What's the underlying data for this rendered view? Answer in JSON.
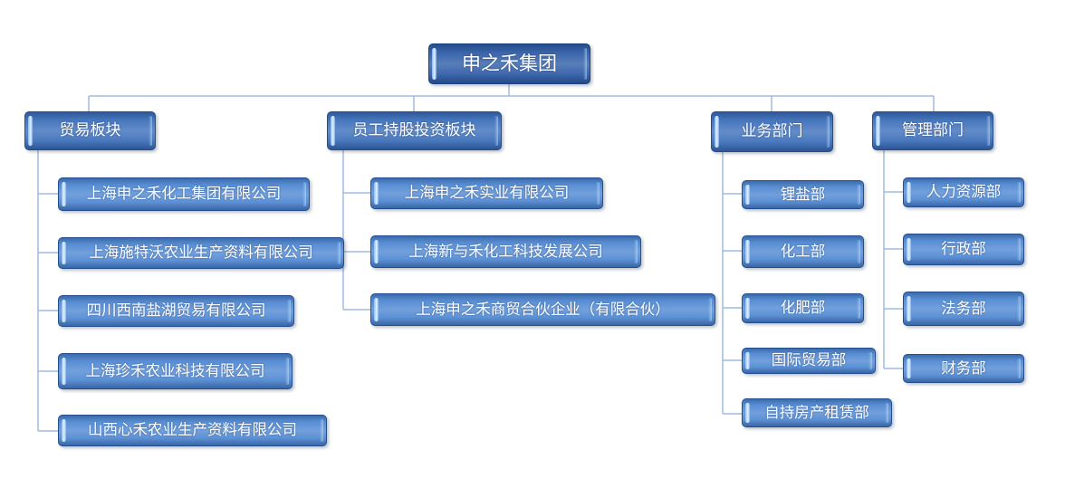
{
  "theme": {
    "connector": "#9dbbe0",
    "root_fill": "#2f5da6",
    "branch_fill": "#3c6fba",
    "leaf_fill": "#4f88d2",
    "node_text": "#ffffff"
  },
  "org_chart": {
    "root": "申之禾集团",
    "branches": [
      {
        "label": "贸易板块",
        "children": [
          "上海申之禾化工集团有限公司",
          "上海施特沃农业生产资料有限公司",
          "四川西南盐湖贸易有限公司",
          "上海珍禾农业科技有限公司",
          "山西心禾农业生产资料有限公司"
        ]
      },
      {
        "label": "员工持股投资板块",
        "children": [
          "上海申之禾实业有限公司",
          "上海新与禾化工科技发展公司",
          "上海申之禾商贸合伙企业（有限合伙）"
        ]
      },
      {
        "label": "业务部门",
        "children": [
          "锂盐部",
          "化工部",
          "化肥部",
          "国际贸易部",
          "自持房产租赁部"
        ]
      },
      {
        "label": "管理部门",
        "children": [
          "人力资源部",
          "行政部",
          "法务部",
          "财务部"
        ]
      }
    ]
  }
}
